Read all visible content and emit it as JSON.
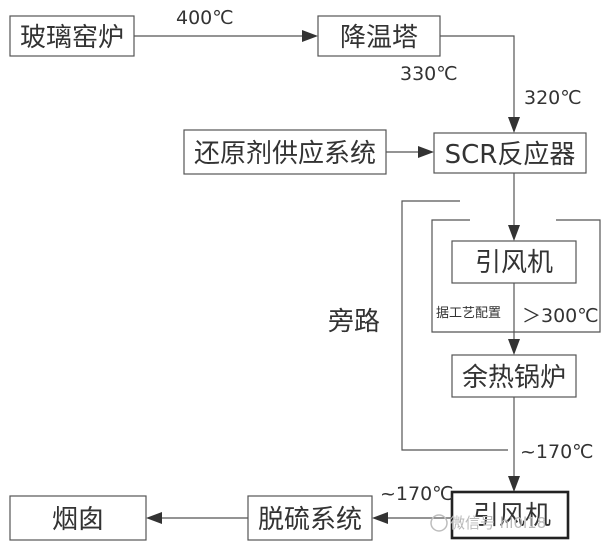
{
  "nodes": {
    "glass_kiln": "玻璃窑炉",
    "cooling_tower": "降温塔",
    "reductant_supply": "还原剂供应系统",
    "scr_reactor": "SCR反应器",
    "fan_1": "引风机",
    "waste_heat_boiler": "余热锅炉",
    "fan_2": "引风机",
    "desulfurization": "脱硫系统",
    "chimney": "烟囱"
  },
  "temperatures": {
    "kiln_out": "400℃",
    "tower_out": "330℃",
    "scr_in": "320℃",
    "fan_out": "＞300℃",
    "boiler_out": "~170℃",
    "desulf_in": "~170℃"
  },
  "labels": {
    "bypass": "旁路",
    "config_note": "据工艺配置"
  },
  "watermark": "微信号 hl0l18"
}
